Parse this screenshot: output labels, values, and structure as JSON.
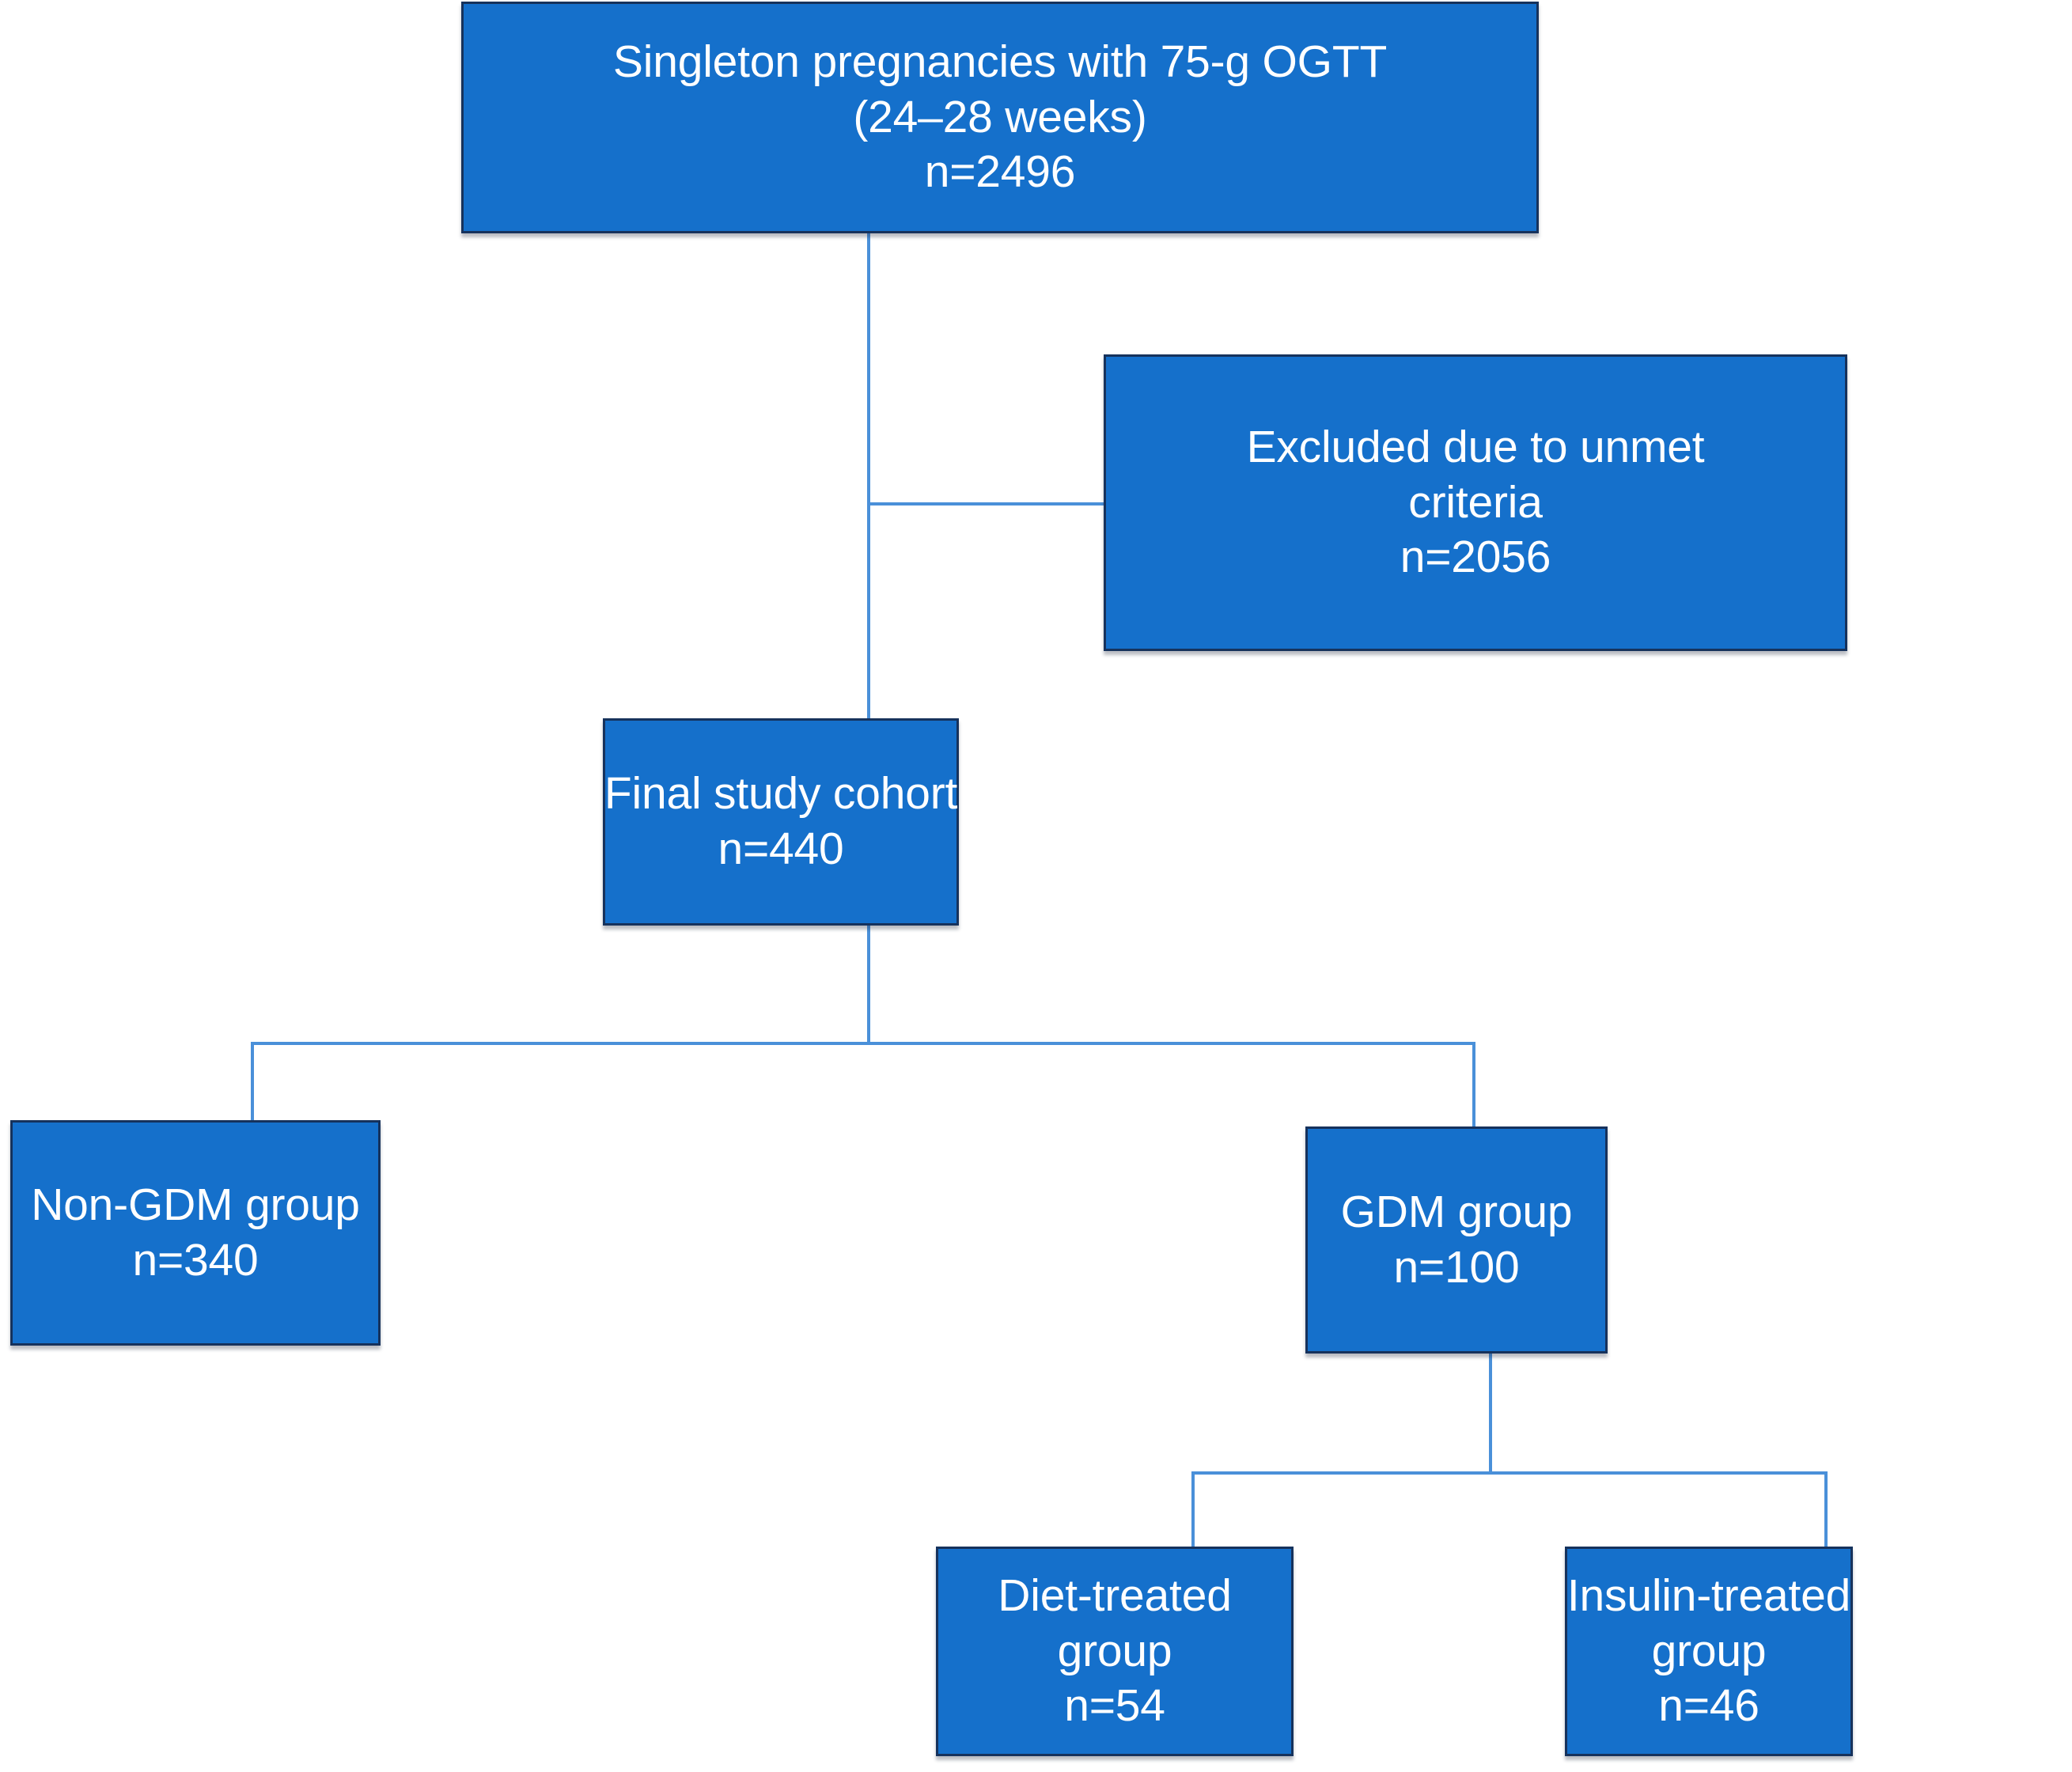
{
  "chart_data": {
    "type": "diagram",
    "diagram_kind": "study-flow-chart",
    "title": "",
    "nodes": [
      {
        "id": "screened",
        "lines": [
          "Singleton pregnancies with 75-g OGTT",
          "(24–28 weeks)",
          "n=2496"
        ],
        "n": 2496
      },
      {
        "id": "excluded",
        "lines": [
          "Excluded due to unmet",
          "criteria",
          "n=2056"
        ],
        "n": 2056
      },
      {
        "id": "cohort",
        "lines": [
          "Final study cohort",
          "n=440"
        ],
        "n": 440
      },
      {
        "id": "nongdm",
        "lines": [
          "Non-GDM group",
          "n=340"
        ],
        "n": 340
      },
      {
        "id": "gdm",
        "lines": [
          "GDM group",
          "n=100"
        ],
        "n": 100
      },
      {
        "id": "diet",
        "lines": [
          "Diet-treated",
          "group",
          "n=54"
        ],
        "n": 54
      },
      {
        "id": "insulin",
        "lines": [
          "Insulin-treated",
          "group",
          "n=46"
        ],
        "n": 46
      }
    ],
    "edges": [
      {
        "from": "screened",
        "to": "excluded",
        "style": "elbow-right"
      },
      {
        "from": "screened",
        "to": "cohort",
        "style": "straight-down"
      },
      {
        "from": "cohort",
        "to": "nongdm",
        "style": "split"
      },
      {
        "from": "cohort",
        "to": "gdm",
        "style": "split"
      },
      {
        "from": "gdm",
        "to": "diet",
        "style": "split"
      },
      {
        "from": "gdm",
        "to": "insulin",
        "style": "split"
      }
    ],
    "colors": {
      "box_fill": "#1570CB",
      "box_border": "#16325C",
      "connector": "#4A90D9",
      "text": "#FFFFFF",
      "background": "#FFFFFF"
    }
  },
  "flow": {
    "screened": {
      "line1": "Singleton pregnancies with 75-g OGTT",
      "line2": "(24–28 weeks)",
      "line3": "n=2496"
    },
    "excluded": {
      "line1": "Excluded due to unmet",
      "line2": "criteria",
      "line3": "n=2056"
    },
    "cohort": {
      "line1": "Final study cohort",
      "line2": "n=440"
    },
    "nongdm": {
      "line1": "Non-GDM group",
      "line2": "n=340"
    },
    "gdm": {
      "line1": "GDM group",
      "line2": "n=100"
    },
    "diet": {
      "line1": "Diet-treated",
      "line2": "group",
      "line3": "n=54"
    },
    "insulin": {
      "line1": "Insulin-treated",
      "line2": "group",
      "line3": "n=46"
    }
  }
}
